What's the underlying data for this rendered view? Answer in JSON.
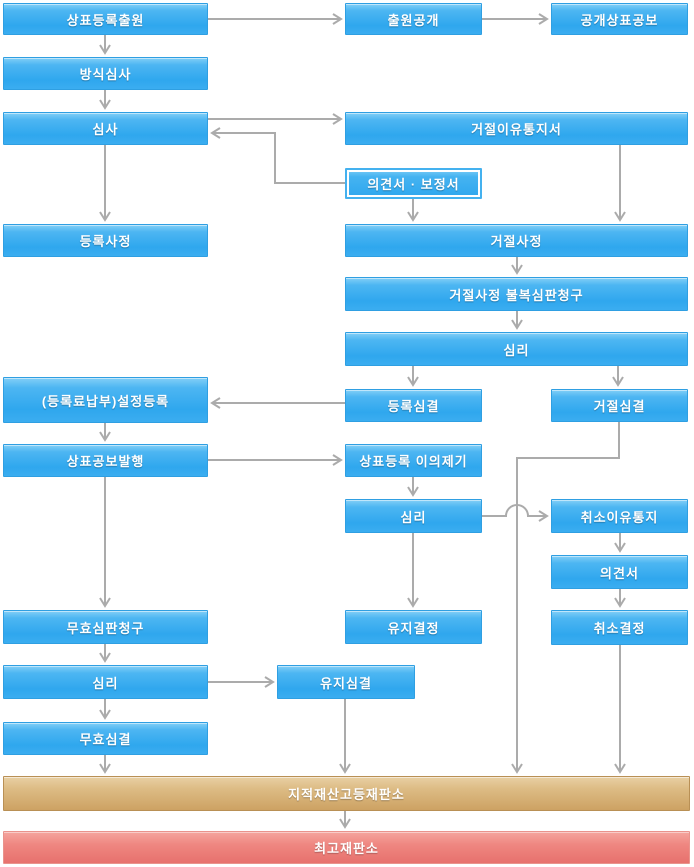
{
  "colors": {
    "process_box_top": "#83cff7",
    "process_box_bottom": "#2fa7ee",
    "process_box_border": "#2f9fe2",
    "process_text": "#ffffff",
    "high_court_box_top": "#e9d0a4",
    "high_court_box_bottom": "#cda263",
    "supreme_court_box_top": "#f5a59e",
    "supreme_court_box_bottom": "#e7716d",
    "connector": "#ababab"
  },
  "diagram": {
    "nodes": {
      "trademark_application": {
        "label": "상표등록출원"
      },
      "application_publication": {
        "label": "출원공개"
      },
      "publication_gazette": {
        "label": "공개상표공보"
      },
      "formality_examination": {
        "label": "방식심사"
      },
      "examination": {
        "label": "심사"
      },
      "rejection_notice": {
        "label": "거절이유통지서"
      },
      "opinion_amendment": {
        "label": "의견서 · 보정서"
      },
      "registration_decision": {
        "label": "등록사정"
      },
      "rejection_decision": {
        "label": "거절사정"
      },
      "rejection_appeal": {
        "label": "거절사정 불복심판청구"
      },
      "appeal_examination": {
        "label": "심리"
      },
      "establishment_registration": {
        "label": "(등록료납부)설정등록"
      },
      "registration_trial_decision": {
        "label": "등록심결"
      },
      "rejection_trial_decision": {
        "label": "거절심결"
      },
      "gazette_publication": {
        "label": "상표공보발행"
      },
      "opposition": {
        "label": "상표등록 이의제기"
      },
      "opposition_examination": {
        "label": "심리"
      },
      "cancellation_notice": {
        "label": "취소이유통지"
      },
      "opinion": {
        "label": "의견서"
      },
      "invalidation_request": {
        "label": "무효심판청구"
      },
      "maintenance_decision": {
        "label": "유지결정"
      },
      "cancellation_decision": {
        "label": "취소결정"
      },
      "invalidation_examination": {
        "label": "심리"
      },
      "maintenance_trial_decision": {
        "label": "유지심결"
      },
      "invalidation_trial_decision": {
        "label": "무효심결"
      },
      "ip_high_court": {
        "label": "지적재산고등재판소"
      },
      "supreme_court": {
        "label": "최고재판소"
      }
    },
    "edges": [
      {
        "from": "trademark_application",
        "to": "application_publication"
      },
      {
        "from": "application_publication",
        "to": "publication_gazette"
      },
      {
        "from": "trademark_application",
        "to": "formality_examination"
      },
      {
        "from": "formality_examination",
        "to": "examination"
      },
      {
        "from": "examination",
        "to": "rejection_notice"
      },
      {
        "from": "opinion_amendment",
        "to": "examination"
      },
      {
        "from": "examination",
        "to": "registration_decision"
      },
      {
        "from": "rejection_notice",
        "to": "rejection_decision"
      },
      {
        "from": "opinion_amendment",
        "to": "rejection_decision"
      },
      {
        "from": "rejection_decision",
        "to": "rejection_appeal"
      },
      {
        "from": "rejection_appeal",
        "to": "appeal_examination"
      },
      {
        "from": "appeal_examination",
        "to": "registration_trial_decision"
      },
      {
        "from": "appeal_examination",
        "to": "rejection_trial_decision"
      },
      {
        "from": "registration_trial_decision",
        "to": "establishment_registration"
      },
      {
        "from": "registration_decision",
        "to": "establishment_registration"
      },
      {
        "from": "establishment_registration",
        "to": "gazette_publication"
      },
      {
        "from": "gazette_publication",
        "to": "opposition"
      },
      {
        "from": "gazette_publication",
        "to": "invalidation_request"
      },
      {
        "from": "opposition",
        "to": "opposition_examination"
      },
      {
        "from": "opposition_examination",
        "to": "cancellation_notice"
      },
      {
        "from": "opposition_examination",
        "to": "maintenance_decision"
      },
      {
        "from": "cancellation_notice",
        "to": "opinion"
      },
      {
        "from": "opinion",
        "to": "cancellation_decision"
      },
      {
        "from": "invalidation_request",
        "to": "invalidation_examination"
      },
      {
        "from": "invalidation_examination",
        "to": "maintenance_trial_decision"
      },
      {
        "from": "invalidation_examination",
        "to": "invalidation_trial_decision"
      },
      {
        "from": "invalidation_trial_decision",
        "to": "ip_high_court"
      },
      {
        "from": "maintenance_trial_decision",
        "to": "ip_high_court"
      },
      {
        "from": "rejection_trial_decision",
        "to": "ip_high_court"
      },
      {
        "from": "cancellation_decision",
        "to": "ip_high_court"
      },
      {
        "from": "ip_high_court",
        "to": "supreme_court"
      }
    ]
  }
}
